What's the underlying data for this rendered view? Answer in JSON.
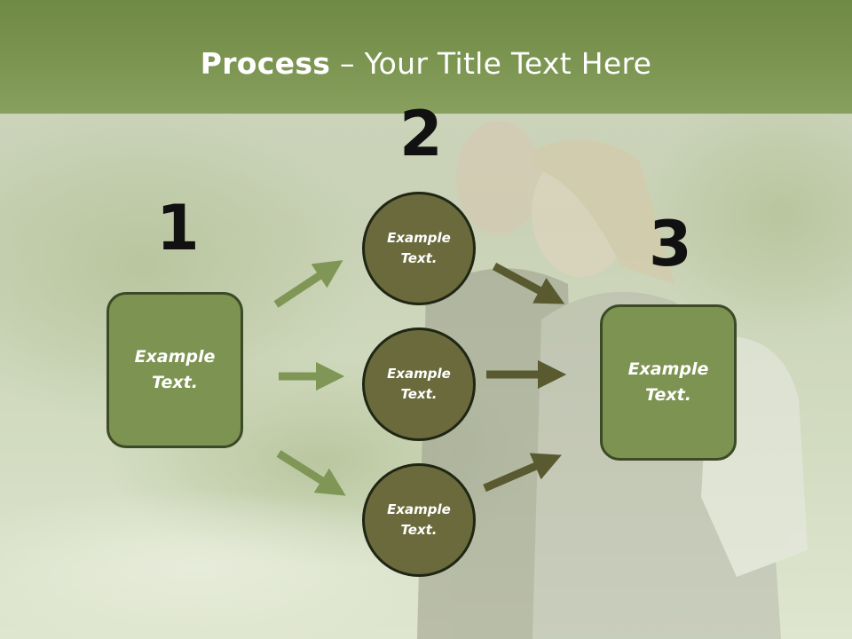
{
  "title": {
    "bold": "Process",
    "rest": " – Your Title Text Here"
  },
  "steps": {
    "one": "1",
    "two": "2",
    "three": "3"
  },
  "box_left": {
    "label": "Example Text."
  },
  "circles": [
    {
      "label": "Example Text."
    },
    {
      "label": "Example Text."
    },
    {
      "label": "Example Text."
    }
  ],
  "box_right": {
    "label": "Example Text."
  },
  "colors": {
    "header": "#7d9652",
    "box_fill": "#7d9352",
    "circle_fill": "#6a6a3c",
    "arrow_light": "#7f9656",
    "arrow_dark": "#5a5a30"
  }
}
